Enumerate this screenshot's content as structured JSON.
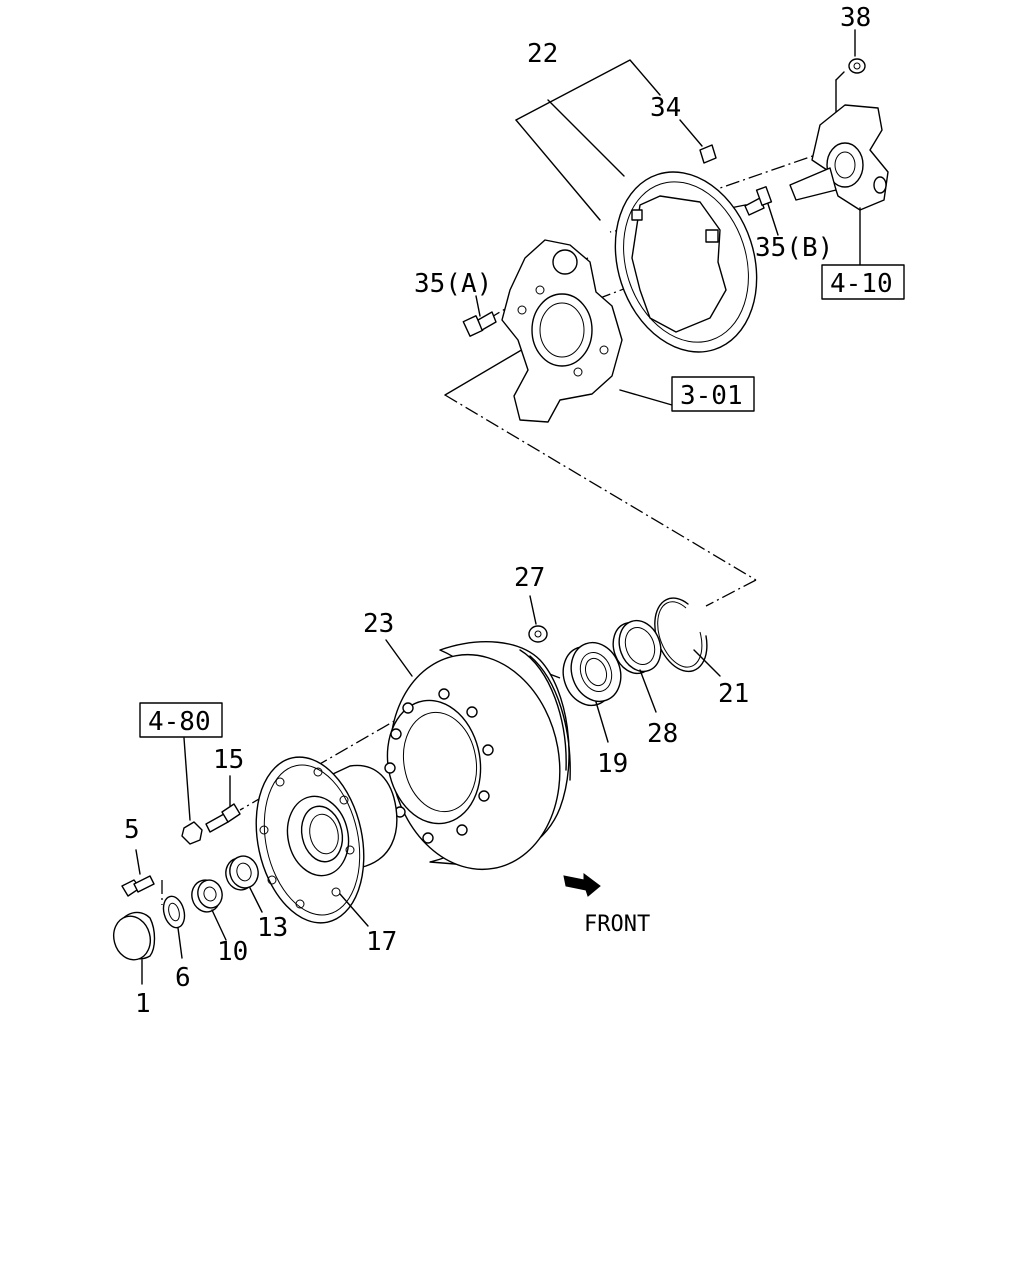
{
  "callouts": {
    "p1": "1",
    "p5": "5",
    "p6": "6",
    "p10": "10",
    "p13": "13",
    "p15": "15",
    "p17": "17",
    "p19": "19",
    "p21": "21",
    "p22": "22",
    "p23": "23",
    "p27": "27",
    "p28": "28",
    "p34": "34",
    "p35a": "35(A)",
    "p35b": "35(B)",
    "p38": "38"
  },
  "references": {
    "r301": "3-01",
    "r410": "4-10",
    "r480": "4-80"
  },
  "direction": {
    "label": "FRONT"
  }
}
